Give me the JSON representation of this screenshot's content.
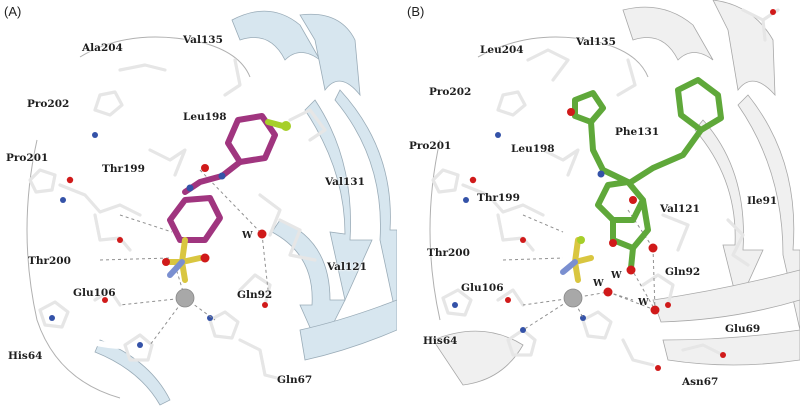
{
  "panel_a": {
    "label": "(A)",
    "residues": {
      "ala204": "Ala204",
      "val135": "Val135",
      "pro202": "Pro202",
      "leu198": "Leu198",
      "pro201": "Pro201",
      "thr199": "Thr199",
      "val131": "Val131",
      "thr200": "Thr200",
      "val121": "Val121",
      "glu106": "Glu106",
      "gln92": "Gln92",
      "his64": "His64",
      "gln67": "Gln67"
    },
    "water": "W",
    "ligand_color": "#a0357f"
  },
  "panel_b": {
    "label": "(B)",
    "residues": {
      "leu204": "Leu204",
      "val135": "Val135",
      "pro202": "Pro202",
      "phe131": "Phe131",
      "pro201": "Pro201",
      "leu198": "Leu198",
      "thr199": "Thr199",
      "val121": "Val121",
      "ile91": "Ile91",
      "thr200": "Thr200",
      "gln92": "Gln92",
      "glu106": "Glu106",
      "glu69": "Glu69",
      "his64": "His64",
      "asn67": "Asn67"
    },
    "waters": [
      "W",
      "W",
      "W"
    ],
    "ligand_color": "#5fa83a"
  },
  "colors": {
    "ribbon": "#d7e6ef",
    "stick": "#e6e6e6",
    "nitrogen": "#3452a8",
    "oxygen": "#d01a1a",
    "sulfur": "#d9c640",
    "fluorine": "#a6cf2a",
    "zinc": "#a8a8a8"
  }
}
